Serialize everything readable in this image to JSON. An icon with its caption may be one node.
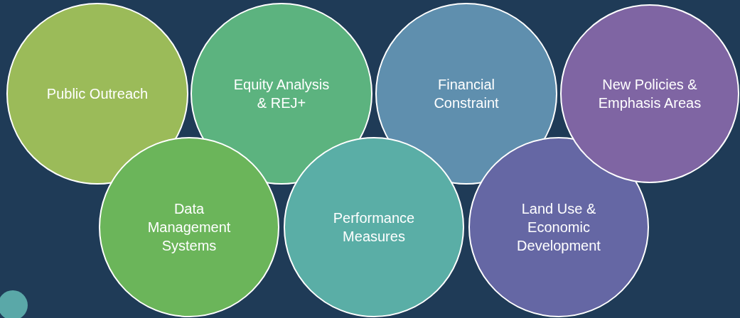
{
  "diagram": {
    "nodes": [
      {
        "text": [
          "Public Outreach"
        ]
      },
      {
        "text": [
          "Equity Analysis & REJ+"
        ]
      },
      {
        "text": [
          "Financial Constraint"
        ]
      },
      {
        "text": [
          "New Policies & Emphasis Areas"
        ]
      },
      {
        "text": [
          "Data Management Systems"
        ]
      },
      {
        "text": [
          "Performance Measures"
        ]
      },
      {
        "text": [
          "Land Use & Economic Development"
        ]
      },
      {
        "text": [],
        "shape": "circle"
      }
    ],
    "edges": []
  }
}
